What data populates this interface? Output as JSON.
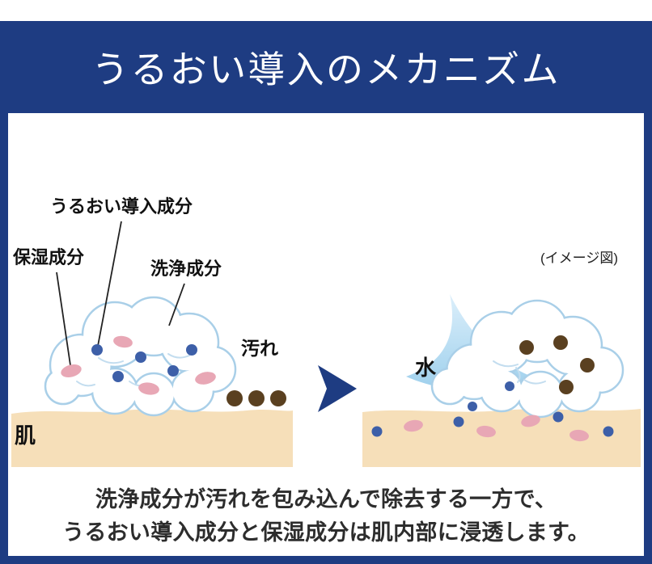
{
  "header": {
    "title": "うるおい導入のメカニズム"
  },
  "diagram": {
    "note": "(イメージ図)",
    "labels": {
      "moisture_delivery": "うるおい導入成分",
      "moisturizing": "保湿成分",
      "cleansing": "洗浄成分",
      "dirt": "汚れ",
      "water": "水",
      "skin": "肌"
    },
    "legend": {
      "moisture_dot_color": "#3d5fa8",
      "moisturizer_color": "#e8a7b5",
      "dirt_color": "#5a4020",
      "water_color": "#a5d2ee",
      "skin_color": "#f6dfb9",
      "frame_color": "#1e3c82",
      "cloud_outline_color": "#a9cfe8"
    }
  },
  "caption": {
    "line1": "洗浄成分が汚れを包み込んで除去する一方で、",
    "line2": "うるおい導入成分と保湿成分は肌内部に浸透します。"
  }
}
